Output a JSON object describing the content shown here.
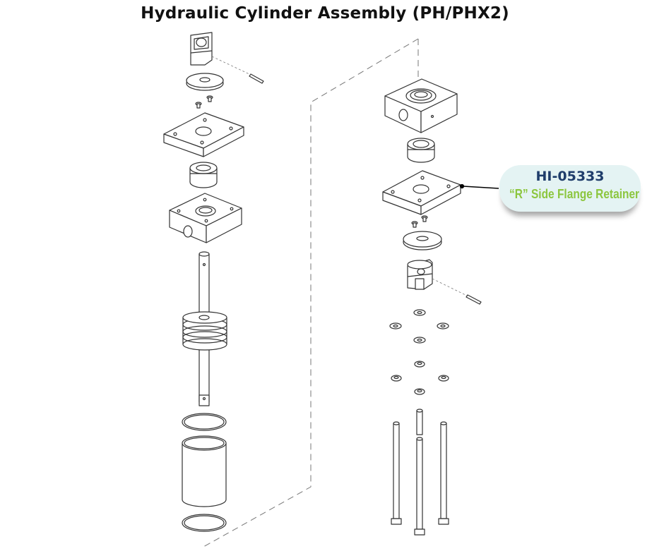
{
  "title": "Hydraulic Cylinder Assembly (PH/PHX2)",
  "callout": {
    "part_number": "HI-05333",
    "description": "“R” Side Flange Retainer"
  },
  "colors": {
    "line": "#333333",
    "part_number": "#1f3d6b",
    "description": "#8cc63f",
    "callout_bg": "#e4f3f3"
  }
}
